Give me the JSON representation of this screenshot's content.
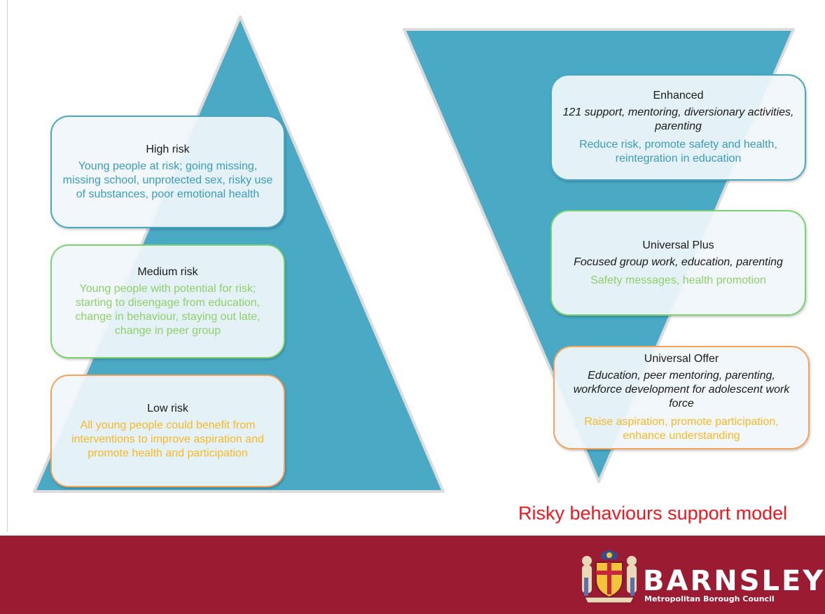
{
  "colors": {
    "triangle_fill": "#4aaac6",
    "footer": "#9b1b32",
    "title_red": "#e8191f",
    "blue_text": "#3c9bbd",
    "green_text": "#8fd06a",
    "orange_text": "#f7b927"
  },
  "risk_pyramid": {
    "high": {
      "title": "High risk",
      "desc": "Young people at risk; going missing, missing school, unprotected sex, risky use of substances, poor emotional health"
    },
    "medium": {
      "title": "Medium risk",
      "desc": "Young people with potential for risk; starting to disengage from education, change in behaviour, staying out late, change in peer group"
    },
    "low": {
      "title": "Low risk",
      "desc": "All young people could benefit from interventions to improve aspiration and promote health and participation"
    }
  },
  "support_triangle": {
    "enhanced": {
      "title": "Enhanced",
      "services": "121 support, mentoring, diversionary activities, parenting",
      "outcomes": "Reduce risk, promote safety and health, reintegration in education"
    },
    "universal_plus": {
      "title": "Universal Plus",
      "services": "Focused group work, education, parenting",
      "outcomes": "Safety messages, health promotion"
    },
    "universal_offer": {
      "title": "Universal Offer",
      "services": "Education, peer mentoring, parenting, workforce development for adolescent work force",
      "outcomes": "Raise aspiration, promote participation, enhance understanding"
    }
  },
  "slide_title": "Risky behaviours support model",
  "footer": {
    "logo_name": "BARNSLEY",
    "logo_subtitle": "Metropolitan Borough Council",
    "crest_icon": "coat-of-arms-icon"
  }
}
